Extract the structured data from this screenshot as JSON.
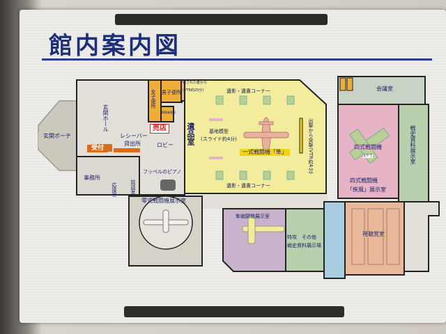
{
  "sign": {
    "title": "館内案内図",
    "colors": {
      "title": "#1e2f7a",
      "main_hall": "#f3ec9c",
      "toilets": "#efae3a",
      "pink_room": "#e6b4c4",
      "green_room": "#b9cfae",
      "audit": "#e9b898",
      "corridor": "#a9cde0",
      "purple_room": "#c9b3cc"
    },
    "rooms": {
      "porch": "玄関ポーチ",
      "entrance_hall": "玄関ホール",
      "reception": "受付",
      "receiver": "レシーバー",
      "rental": "貸出所",
      "lobby": "ロビー",
      "shop": "売店",
      "womens_toilet": "女子便所",
      "mens_toilet": "男子便所",
      "accessible_toilet": "障害者便所",
      "vtr_room_line1": "残された者から",
      "vtr_room_line2": "(VTR約25分)",
      "office": "事務所",
      "reception_room": "応接室",
      "lecture_room": "談話室",
      "piano": "フッペルのピアノ",
      "relics_room": "遺品室",
      "portrait_corner_top": "遺影・遺書コーナー",
      "portrait_corner_bottom": "遺影・遺書コーナー",
      "model_line1": "基地模型",
      "model_line2": "(スライド約4分)",
      "hayabusa_fighter": "一式戦闘機「隼」",
      "sortie_vtr": "出撃から突撃(VTR約4分)",
      "zero_room": "零式戦闘機展示室",
      "hayabusa_room": "隼戦闘機展示室",
      "tokko_line1": "特攻　その他",
      "tokko_line2": "戦史資料展示場",
      "meeting_room": "会議室",
      "type4_fighter": "四式戦闘機",
      "type4_sub": "はやて",
      "hayate_room_line1": "四式戦闘機",
      "hayate_room_line2": "「疾風」展示室",
      "history_room": "戦史資料展示室",
      "audiovisual_room": "視聴覚室"
    }
  }
}
